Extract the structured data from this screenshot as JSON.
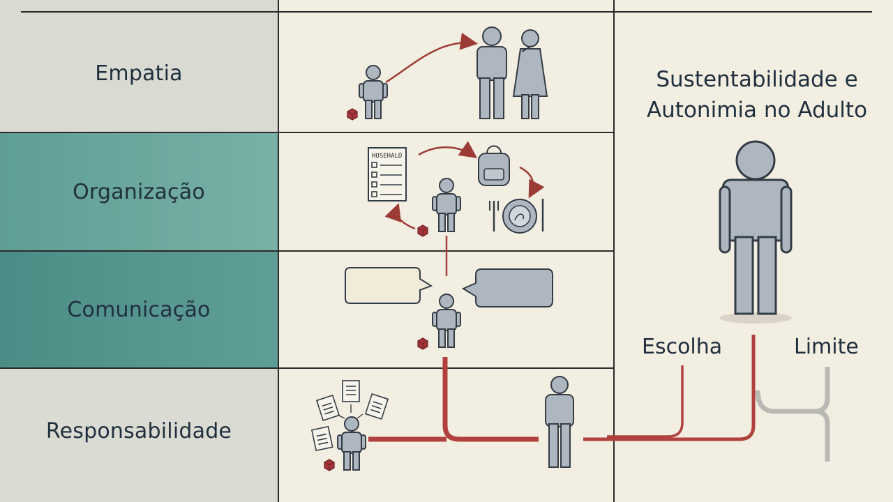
{
  "rows": [
    {
      "label": "Empatia"
    },
    {
      "label": "Organização"
    },
    {
      "label": "Comunicação"
    },
    {
      "label": "Responsabilidade"
    }
  ],
  "checklist": {
    "heading": "HOSEHALD"
  },
  "result": {
    "title_line1": "Sustentabilidade e",
    "title_line2": "Autonimia no Adulto"
  },
  "branches": {
    "left": "Escolha",
    "right": "Limite"
  },
  "colors": {
    "background": "#f3eee2",
    "left_column_light": "#d9dad1",
    "teal_light": "#6aa39a",
    "teal_dark": "#4e9189",
    "accent_red": "#b0413e",
    "figure_fill": "#aeb7c0",
    "grey_line": "#b9b9b4"
  }
}
